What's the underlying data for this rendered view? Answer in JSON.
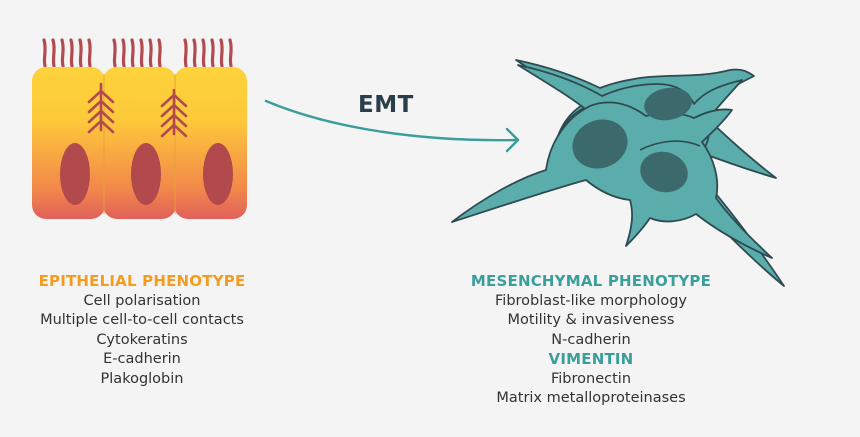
{
  "arrow_label": "EMT",
  "colors": {
    "epithelial_heading": "#f39c21",
    "mesenchymal_heading": "#3a9e9b",
    "cell_teal": "#5aadaa",
    "cell_outline": "#2e4b52",
    "nucleus_teal": "#3c6a6c",
    "cilia": "#b24a50",
    "nucleus_red": "#b2494d"
  },
  "epithelial": {
    "heading": "EPITHELIAL PHENOTYPE",
    "items": [
      "Cell polarisation",
      "Multiple cell-to-cell contacts",
      "Cytokeratins",
      "E-cadherin",
      "Plakoglobin"
    ]
  },
  "mesenchymal": {
    "heading": "MESENCHYMAL PHENOTYPE",
    "items": [
      "Fibroblast-like morphology",
      "Motility & invasiveness",
      "N-cadherin",
      "VIMENTIN",
      "Fibronectin",
      "Matrix metalloproteinases"
    ]
  }
}
